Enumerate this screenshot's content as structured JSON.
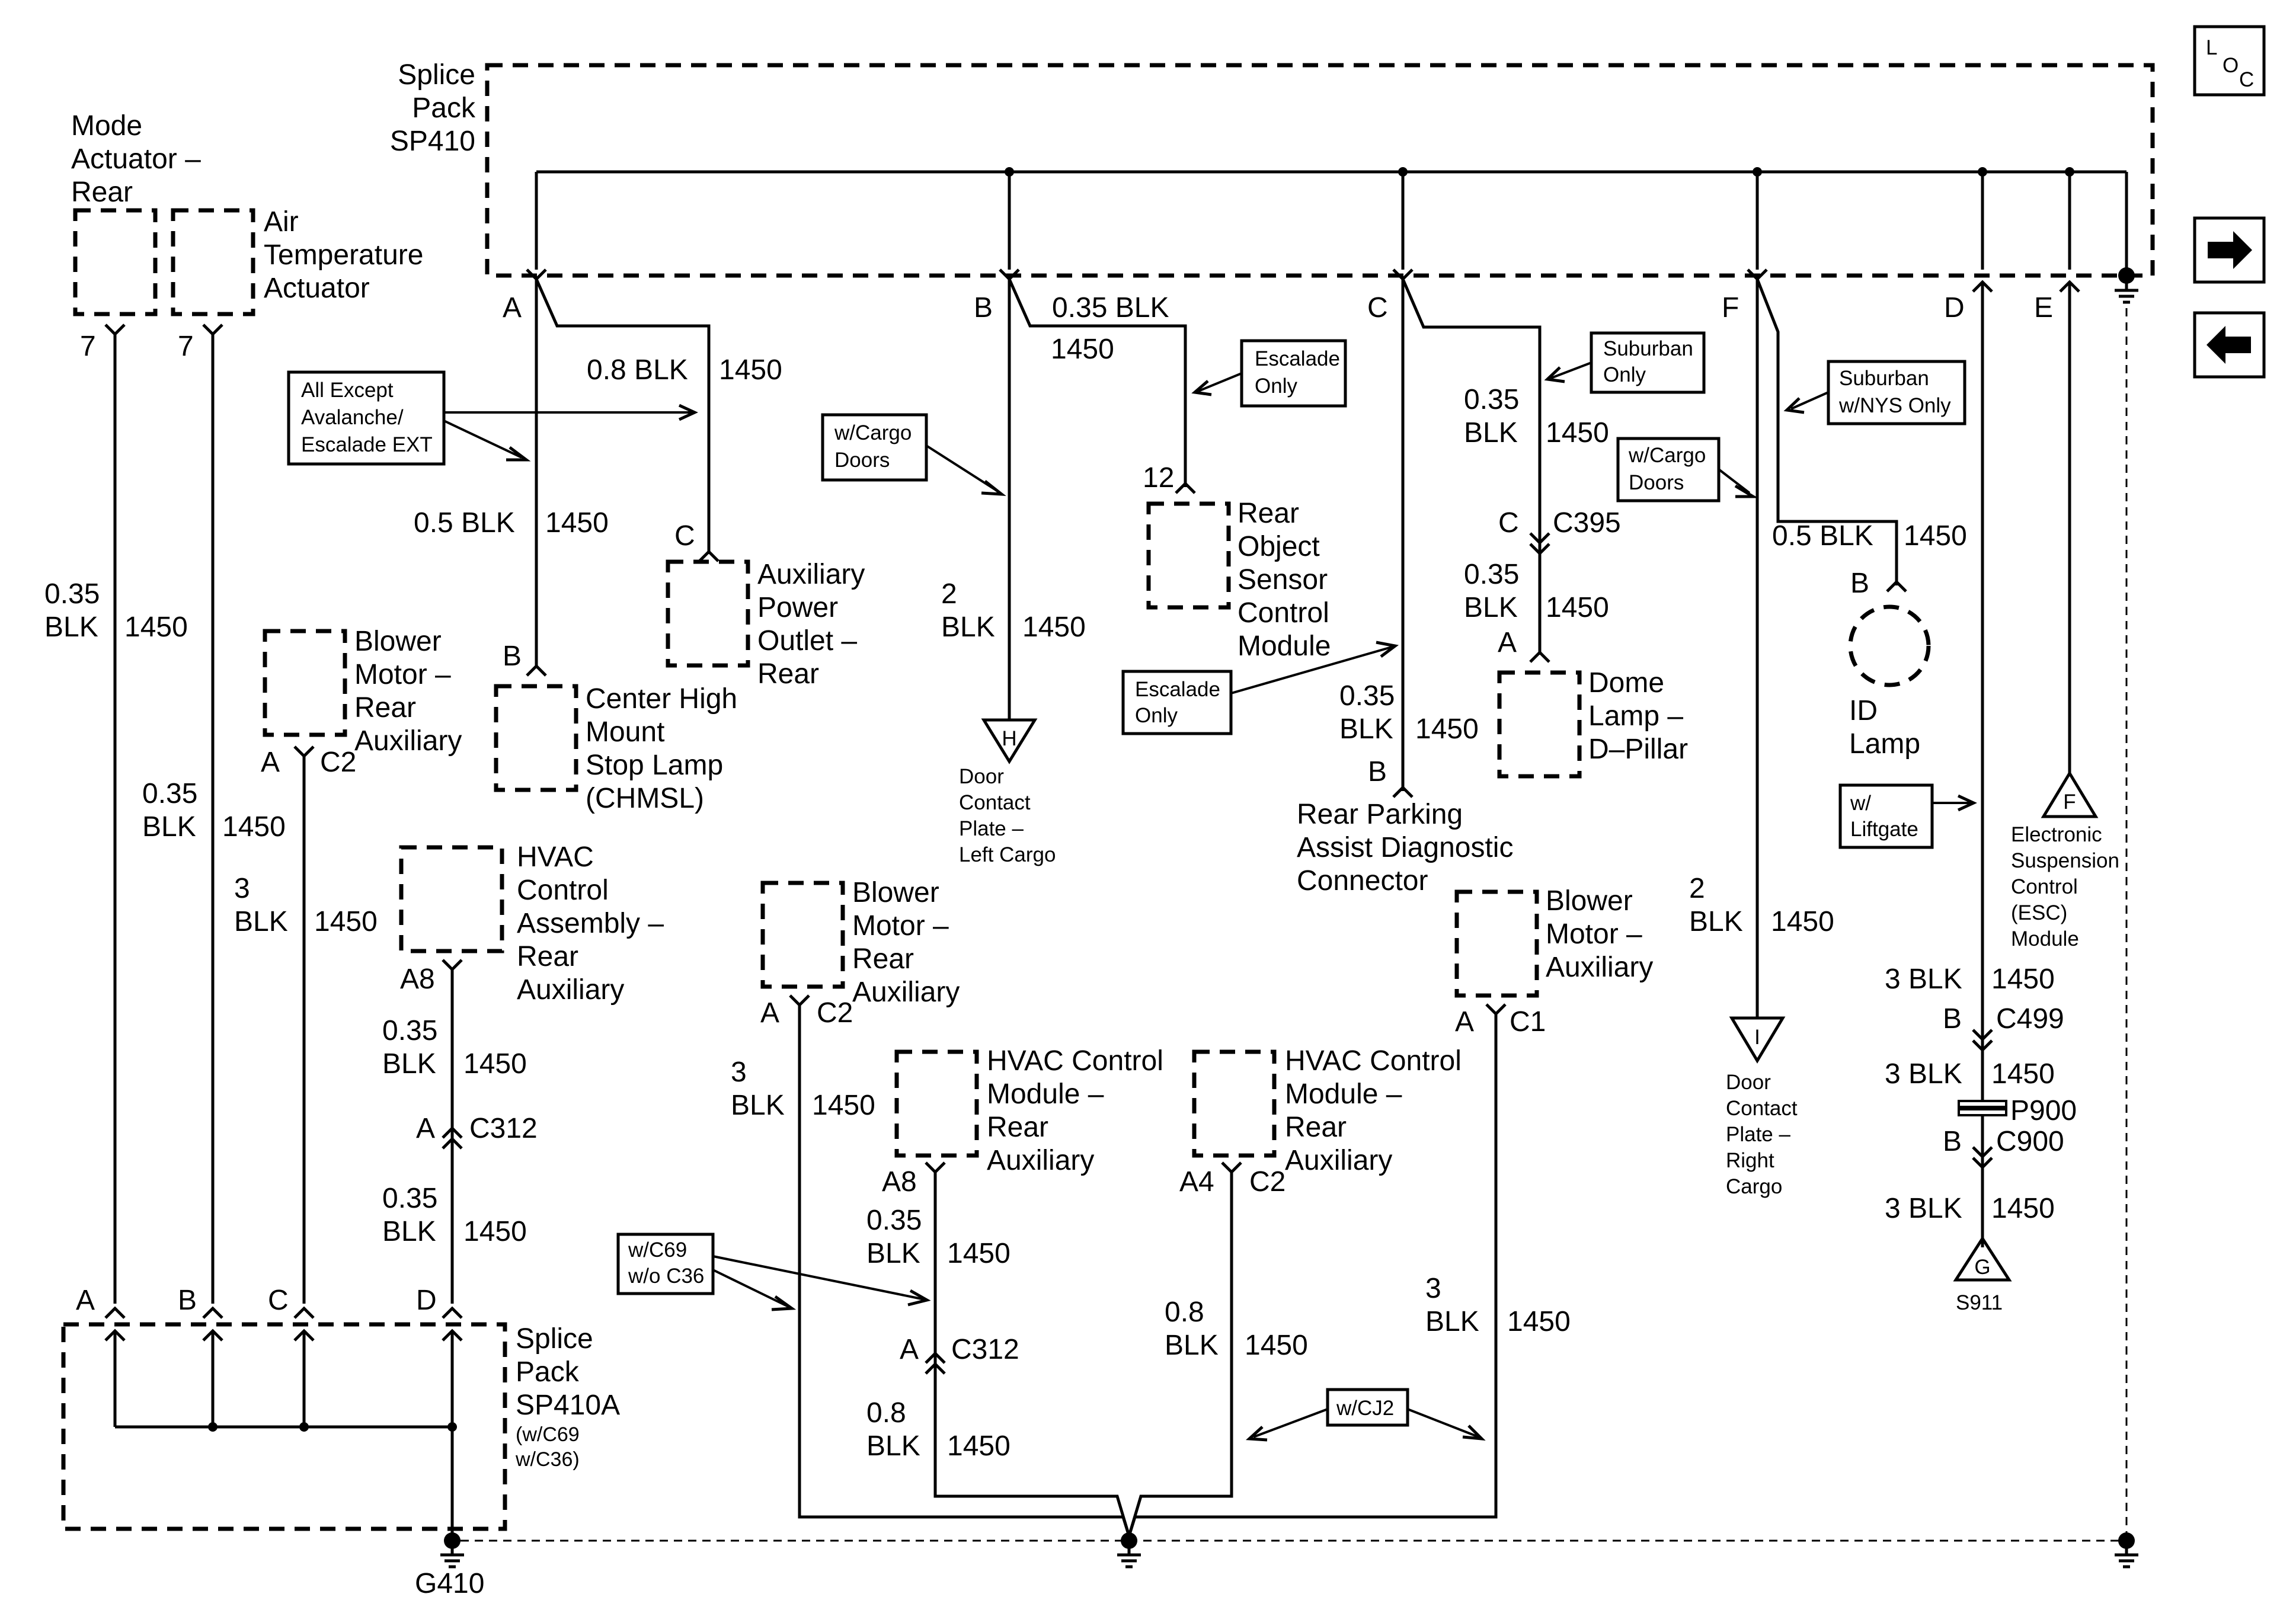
{
  "components": {
    "splice_pack_top": [
      "Splice",
      "Pack",
      "SP410"
    ],
    "mode_actuator": [
      "Mode",
      "Actuator –",
      "Rear"
    ],
    "air_temp_actuator": [
      "Air",
      "Temperature",
      "Actuator"
    ],
    "blower_rear_aux_left": [
      "Blower",
      "Motor –",
      "Rear",
      "Auxiliary"
    ],
    "chmsl": [
      "Center High",
      "Mount",
      "Stop Lamp",
      "(CHMSL)"
    ],
    "aux_power_outlet": [
      "Auxiliary",
      "Power",
      "Outlet –",
      "Rear"
    ],
    "hvac_control_assembly": [
      "HVAC",
      "Control",
      "Assembly –",
      "Rear",
      "Auxiliary"
    ],
    "blower_rear_aux_mid": [
      "Blower",
      "Motor –",
      "Rear",
      "Auxiliary"
    ],
    "rear_object_sensor": [
      "Rear",
      "Object",
      "Sensor",
      "Control",
      "Module"
    ],
    "hvac_module_a8": [
      "HVAC Control",
      "Module –",
      "Rear",
      "Auxiliary"
    ],
    "hvac_module_a4": [
      "HVAC Control",
      "Module –",
      "Rear",
      "Auxiliary"
    ],
    "rear_parking_assist": [
      "Rear Parking",
      "Assist Diagnostic",
      "Connector"
    ],
    "blower_aux_right": [
      "Blower",
      "Motor –",
      "Auxiliary"
    ],
    "dome_lamp": [
      "Dome",
      "Lamp –",
      "D–Pillar"
    ],
    "id_lamp": [
      "ID",
      "Lamp"
    ],
    "splice_pack_bottom": [
      "Splice",
      "Pack",
      "SP410A"
    ],
    "splice_pack_bottom_note": [
      "(w/C69",
      "w/C36)"
    ],
    "esc_module": [
      "Electronic",
      "Suspension",
      "Control",
      "(ESC)",
      "Module"
    ],
    "door_left": [
      "Door",
      "Contact",
      "Plate –",
      "Left Cargo"
    ],
    "door_right": [
      "Door",
      "Contact",
      "Plate –",
      "Right",
      "Cargo"
    ]
  },
  "option_boxes": {
    "all_except": [
      "All Except",
      "Avalanche/",
      "Escalade EXT"
    ],
    "cargo_doors_left": [
      "w/Cargo",
      "Doors"
    ],
    "escalade_only_top": [
      "Escalade",
      "Only"
    ],
    "escalade_only_mid": [
      "Escalade",
      "Only"
    ],
    "suburban_only": [
      "Suburban",
      "Only"
    ],
    "suburban_nys": [
      "Suburban",
      "w/NYS Only"
    ],
    "cargo_doors_right": [
      "w/Cargo",
      "Doors"
    ],
    "liftgate": [
      "w/",
      "Liftgate"
    ],
    "c69_c36": [
      "w/C69",
      "w/o C36"
    ],
    "cj2": "w/CJ2"
  },
  "wire": {
    "blk": "BLK",
    "circuit": "1450",
    "sizes": {
      "s035": "0.35",
      "s05": "0.5",
      "s08": "0.8",
      "s2": "2",
      "s3": "3"
    },
    "size_blk": {
      "b035": "0.35 BLK",
      "b05": "0.5 BLK",
      "b08": "0.8 BLK",
      "b3": "3 BLK"
    }
  },
  "pins": {
    "A": "A",
    "B": "B",
    "C": "C",
    "D": "D",
    "E": "E",
    "F": "F",
    "p7": "7",
    "p12": "12",
    "C1": "C1",
    "C2": "C2",
    "A4": "A4",
    "A8": "A8"
  },
  "connectors": {
    "c312": "C312",
    "c395": "C395",
    "c499": "C499",
    "p900": "P900",
    "c900": "C900"
  },
  "grounds": {
    "g410": "G410",
    "s911": "S911"
  },
  "connector_refs": {
    "H": "H",
    "I": "I",
    "F": "F",
    "G": "G"
  },
  "nav": {
    "loc": [
      "L",
      "O",
      "C"
    ]
  }
}
